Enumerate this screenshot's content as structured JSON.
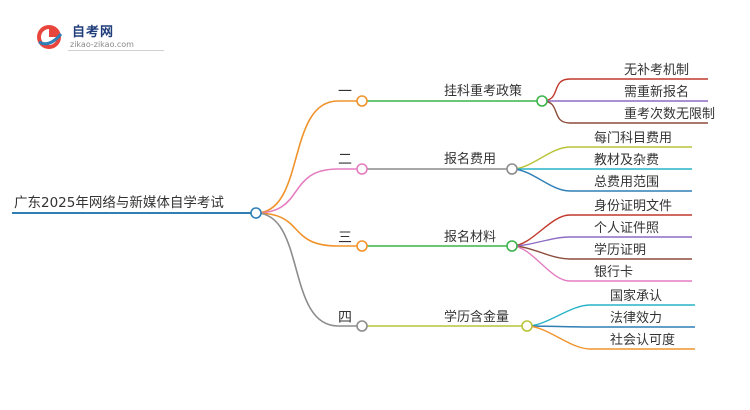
{
  "logo": {
    "title": "自考网",
    "url": "zikao-zikao.com"
  },
  "root": "广东2025年网络与新媒体自学考试",
  "branches": [
    {
      "number": "一",
      "topic": "挂科重考政策",
      "color": "#f0932b",
      "topic_color": "#3cb44b",
      "leaves": [
        {
          "text": "无补考机制",
          "color": "#c0392b"
        },
        {
          "text": "需重新报名",
          "color": "#8e6cc4"
        },
        {
          "text": "重考次数无限制",
          "color": "#8b4c3c"
        }
      ]
    },
    {
      "number": "二",
      "topic": "报名费用",
      "color": "#e57cc0",
      "topic_color": "#8c8c8c",
      "leaves": [
        {
          "text": "每门科目费用",
          "color": "#b9c43a"
        },
        {
          "text": "教材及杂费",
          "color": "#27b3c6"
        },
        {
          "text": "总费用范围",
          "color": "#2f7fb6"
        }
      ]
    },
    {
      "number": "三",
      "topic": "报名材料",
      "color": "#f0932b",
      "topic_color": "#3cb44b",
      "leaves": [
        {
          "text": "身份证明文件",
          "color": "#c0392b"
        },
        {
          "text": "个人证件照",
          "color": "#8e6cc4"
        },
        {
          "text": "学历证明",
          "color": "#8b4c3c"
        },
        {
          "text": "银行卡",
          "color": "#e57cc0"
        }
      ]
    },
    {
      "number": "四",
      "topic": "学历含金量",
      "color": "#8c8c8c",
      "topic_color": "#b9c43a",
      "leaves": [
        {
          "text": "国家承认",
          "color": "#27b3c6"
        },
        {
          "text": "法律效力",
          "color": "#2f7fb6"
        },
        {
          "text": "社会认可度",
          "color": "#f0932b"
        }
      ]
    }
  ],
  "colors": {
    "root_line": "#2f7fb6",
    "node_fill": "#ffffff"
  }
}
